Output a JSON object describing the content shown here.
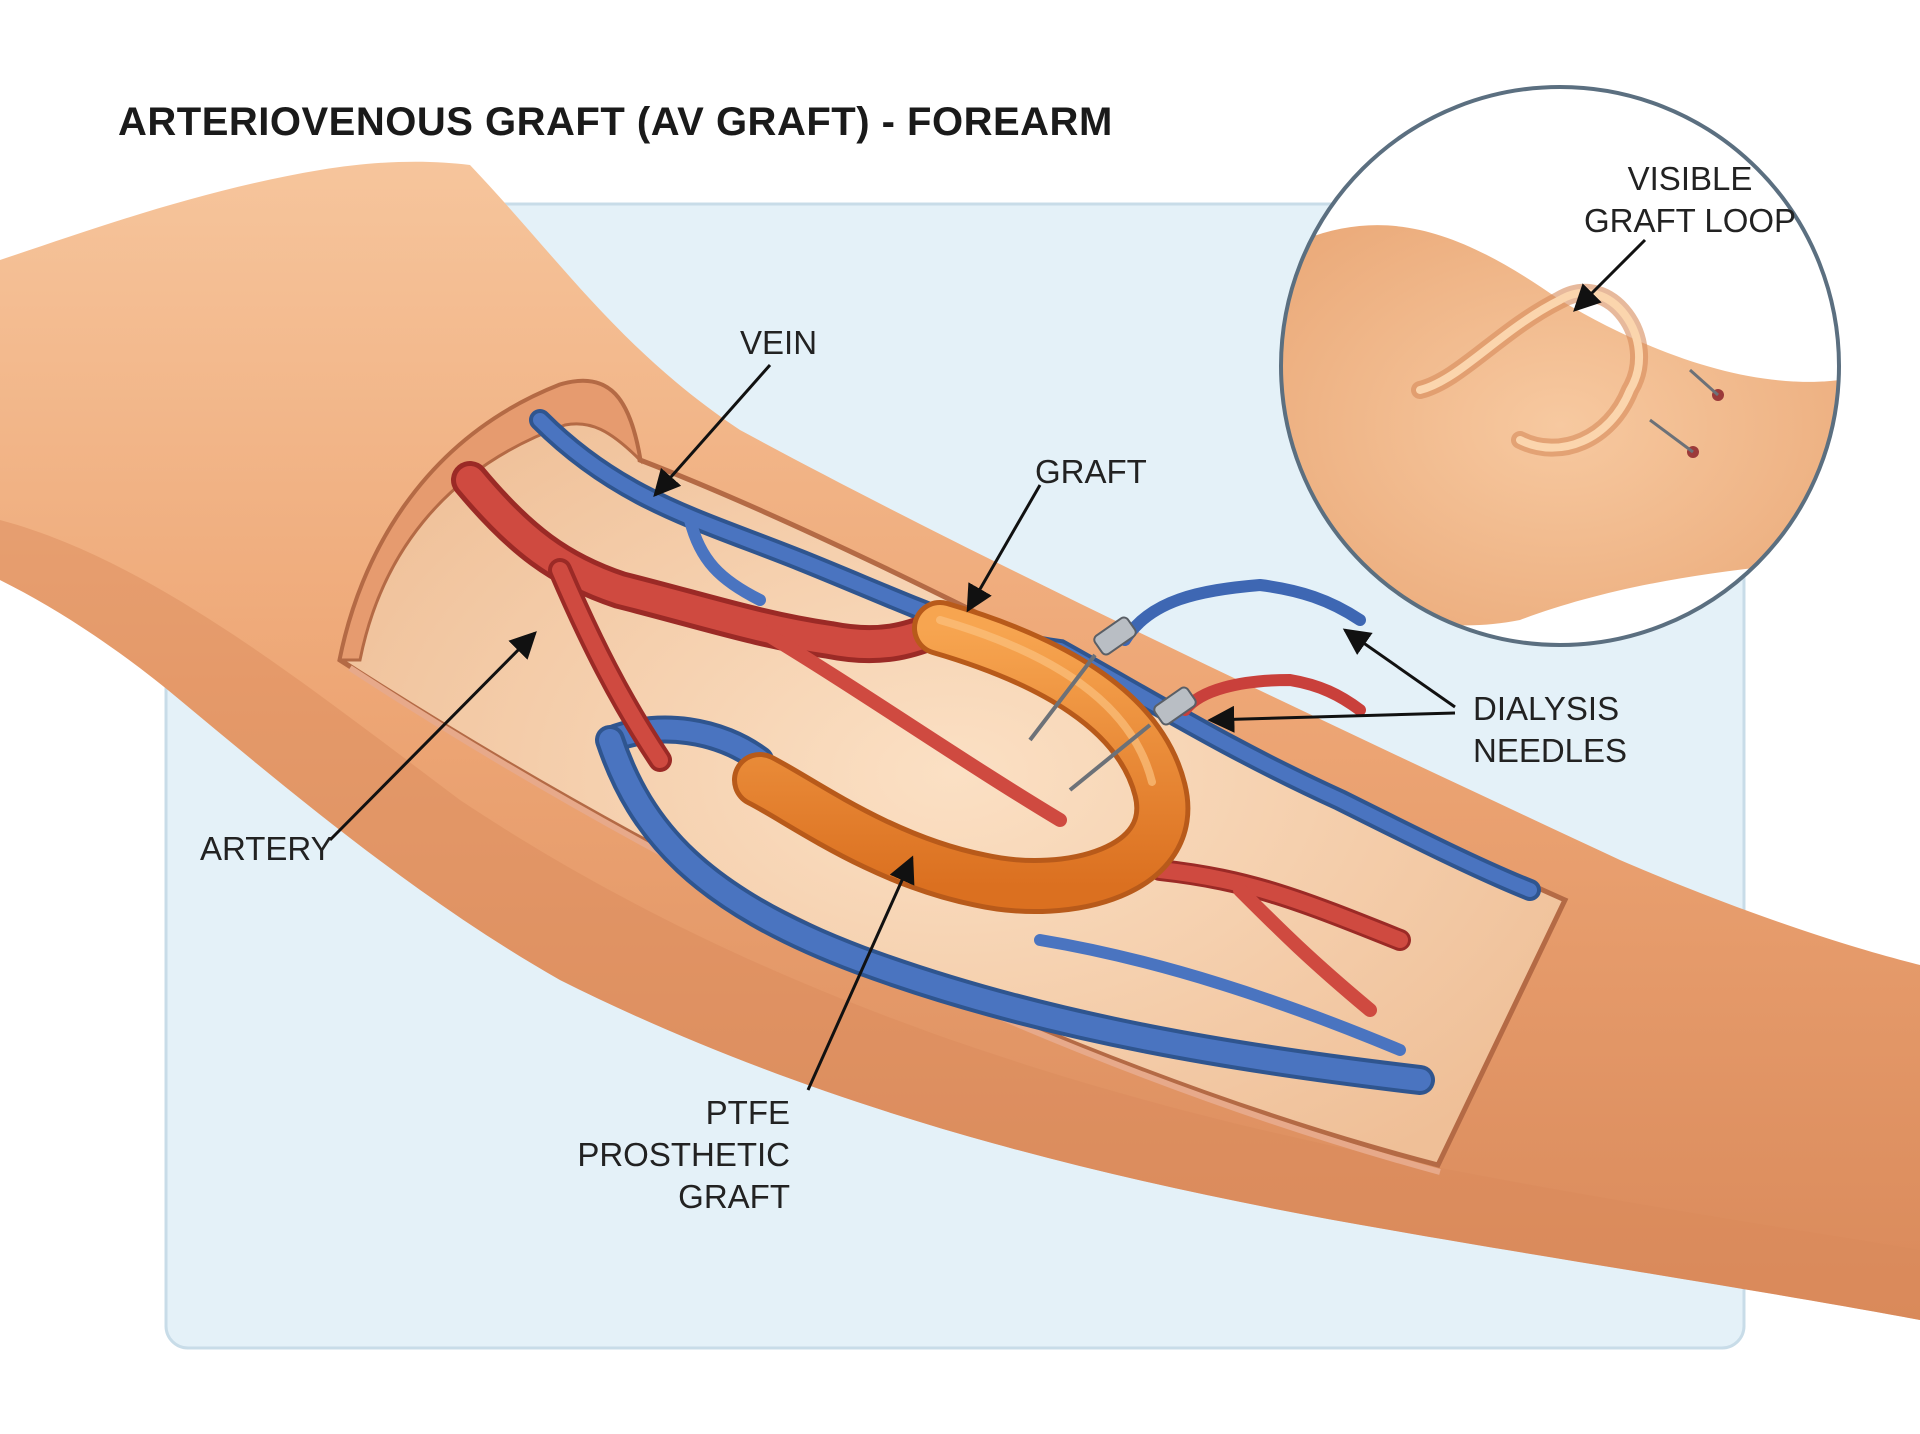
{
  "title": "ARTERIOVENOUS GRAFT (AV GRAFT) - FOREARM",
  "labels": {
    "vein": "VEIN",
    "graft": "GRAFT",
    "artery": "ARTERY",
    "ptfe": [
      "PTFE",
      "PROSTHETIC",
      "GRAFT"
    ],
    "dialysis_needles": [
      "DIALYSIS",
      "NEEDLES"
    ],
    "visible_graft_loop": [
      "VISIBLE",
      "GRAFT LOOP"
    ]
  },
  "colors": {
    "background_panel": "#e4f1f8",
    "skin": "#f0b183",
    "skin_dark": "#c97a4e",
    "tissue": "#f6d3b2",
    "artery": "#c9403b",
    "vein": "#3e67b3",
    "graft": "#ec8a2e",
    "text": "#1a1a1a"
  }
}
